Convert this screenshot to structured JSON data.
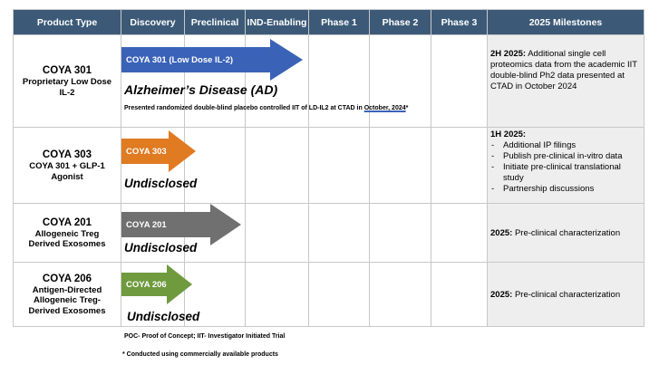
{
  "headers": [
    "Product Type",
    "Discovery",
    "Preclinical",
    "IND-Enabling",
    "Phase 1",
    "Phase 2",
    "Phase 3",
    "2025 Milestones"
  ],
  "rows": [
    {
      "code": "COYA 301",
      "desc": "Proprietary Low Dose IL-2",
      "arrow_label": "COYA 301 (Low Dose IL-2)",
      "arrow_color": "#3a63b8",
      "indication": "Alzheimer’s Disease (AD)",
      "note_prefix": "Presented randomized double-blind placebo controlled  IIT of LD-IL2 at CTAD in ",
      "note_link": "October, 2024",
      "note_suffix": "*",
      "milestone_bold": "2H 2025:",
      "milestone_text": " Additional single cell proteomics data from the academic IIT double-blind Ph2 data presented at CTAD in October 2024"
    },
    {
      "code": "COYA 303",
      "desc": "COYA 301 + GLP-1 Agonist",
      "arrow_label": "COYA 303",
      "arrow_color": "#e07b22",
      "indication": "Undisclosed",
      "milestone_bold": "1H 2025:",
      "milestone_items": [
        "Additional IP filings",
        "Publish pre-clinical in-vitro data",
        "Initiate pre-clinical translational study",
        "Partnership discussions"
      ]
    },
    {
      "code": "COYA 201",
      "desc": "Allogeneic Treg Derived Exosomes",
      "arrow_label": "COYA 201",
      "arrow_color": "#707070",
      "indication": "Undisclosed",
      "milestone_bold": "2025:",
      "milestone_text": " Pre-clinical characterization"
    },
    {
      "code": "COYA 206",
      "desc": "Antigen-Directed Allogeneic Treg-Derived Exosomes",
      "arrow_label": "COYA 206",
      "arrow_color": "#6f9a3e",
      "indication": "Undisclosed",
      "milestone_bold": "2025:",
      "milestone_text": " Pre-clinical characterization"
    }
  ],
  "footnotes": {
    "abbrev": "POC- Proof of Concept; IIT- Investigator Initiated Trial",
    "star": "* Conducted using commercially available products"
  },
  "colors": {
    "header_bg": "#3c5a78",
    "milestone_bg": "#eeeeee",
    "link_underline": "#3a63b8"
  }
}
